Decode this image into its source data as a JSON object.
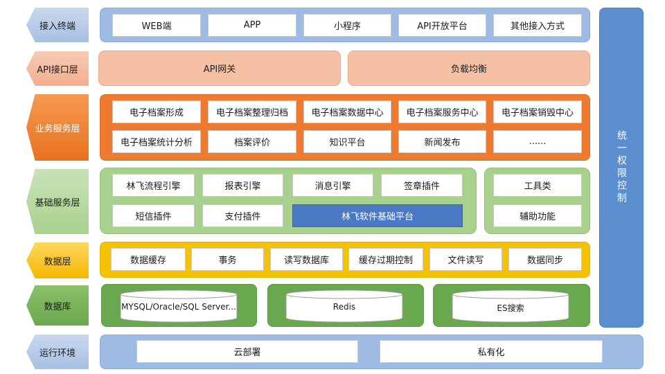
{
  "layers": {
    "access": {
      "label": "接入终端",
      "items": [
        "WEB端",
        "APP",
        "小程序",
        "API开放平台",
        "其他接入方式"
      ]
    },
    "api": {
      "label": "API接口层",
      "items": [
        "API网关",
        "负载均衡"
      ]
    },
    "business": {
      "label": "业务服务层",
      "row1": [
        "电子档案形成",
        "电子档案整理归档",
        "电子档案数据中心",
        "电子档案服务中心",
        "电子档案销毁中心"
      ],
      "row2": [
        "电子档案统计分析",
        "档案评价",
        "知识平台",
        "新闻发布",
        "......"
      ]
    },
    "foundation": {
      "label": "基础服务层",
      "row1": [
        "林飞流程引擎",
        "报表引擎",
        "消息引擎",
        "签章插件"
      ],
      "row2": [
        "短信插件",
        "支付插件"
      ],
      "platform": "林飞软件基础平台",
      "side": [
        "工具类",
        "辅助功能"
      ]
    },
    "data": {
      "label": "数据层",
      "items": [
        "数据缓存",
        "事务",
        "读写数据库",
        "缓存过期控制",
        "文件读写",
        "数据同步"
      ]
    },
    "database": {
      "label": "数据库",
      "items": [
        "MYSQL/Oracle/SQL Server...",
        "Redis",
        "ES搜索"
      ]
    },
    "runtime": {
      "label": "运行环境",
      "items": [
        "云部署",
        "私有化"
      ]
    }
  },
  "side_bar": {
    "label": "统一权限控制"
  },
  "colors": {
    "blue": "#9ebbe3",
    "orange": "#ee7a2f",
    "green": "#a9d18e",
    "yellow": "#f5c200",
    "dark_green": "#6aa84f",
    "platform_blue": "#4a78c5",
    "side_bar_blue": "#5b8fd0"
  }
}
